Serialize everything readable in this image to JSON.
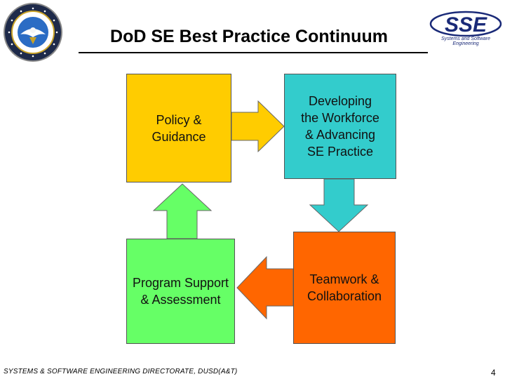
{
  "header": {
    "title": "DoD SE Best Practice Continuum",
    "seal_icon": "dod-seal-icon",
    "logo": {
      "mark": "SSE",
      "tagline": "Systems and Software Engineering",
      "color": "#1a2a78"
    }
  },
  "boxes": {
    "policy": {
      "label": "Policy &\nGuidance",
      "color": "#ffcc00"
    },
    "workforce": {
      "label": "Developing\nthe Workforce\n& Advancing\nSE Practice",
      "color": "#33cccc"
    },
    "program": {
      "label": "Program Support\n& Assessment",
      "color": "#66ff66"
    },
    "teamwork": {
      "label": "Teamwork &\nCollaboration",
      "color": "#ff6600"
    }
  },
  "arrows": [
    {
      "from": "policy",
      "to": "workforce",
      "direction": "right",
      "color": "#ffcc00"
    },
    {
      "from": "workforce",
      "to": "teamwork",
      "direction": "down",
      "color": "#33cccc"
    },
    {
      "from": "teamwork",
      "to": "program",
      "direction": "left",
      "color": "#ff6600"
    },
    {
      "from": "program",
      "to": "policy",
      "direction": "up",
      "color": "#66ff66"
    }
  ],
  "footer": {
    "left_text": "SYSTEMS & SOFTWARE ENGINEERING DIRECTORATE, DUSD(A&T)",
    "page_number": "4"
  }
}
